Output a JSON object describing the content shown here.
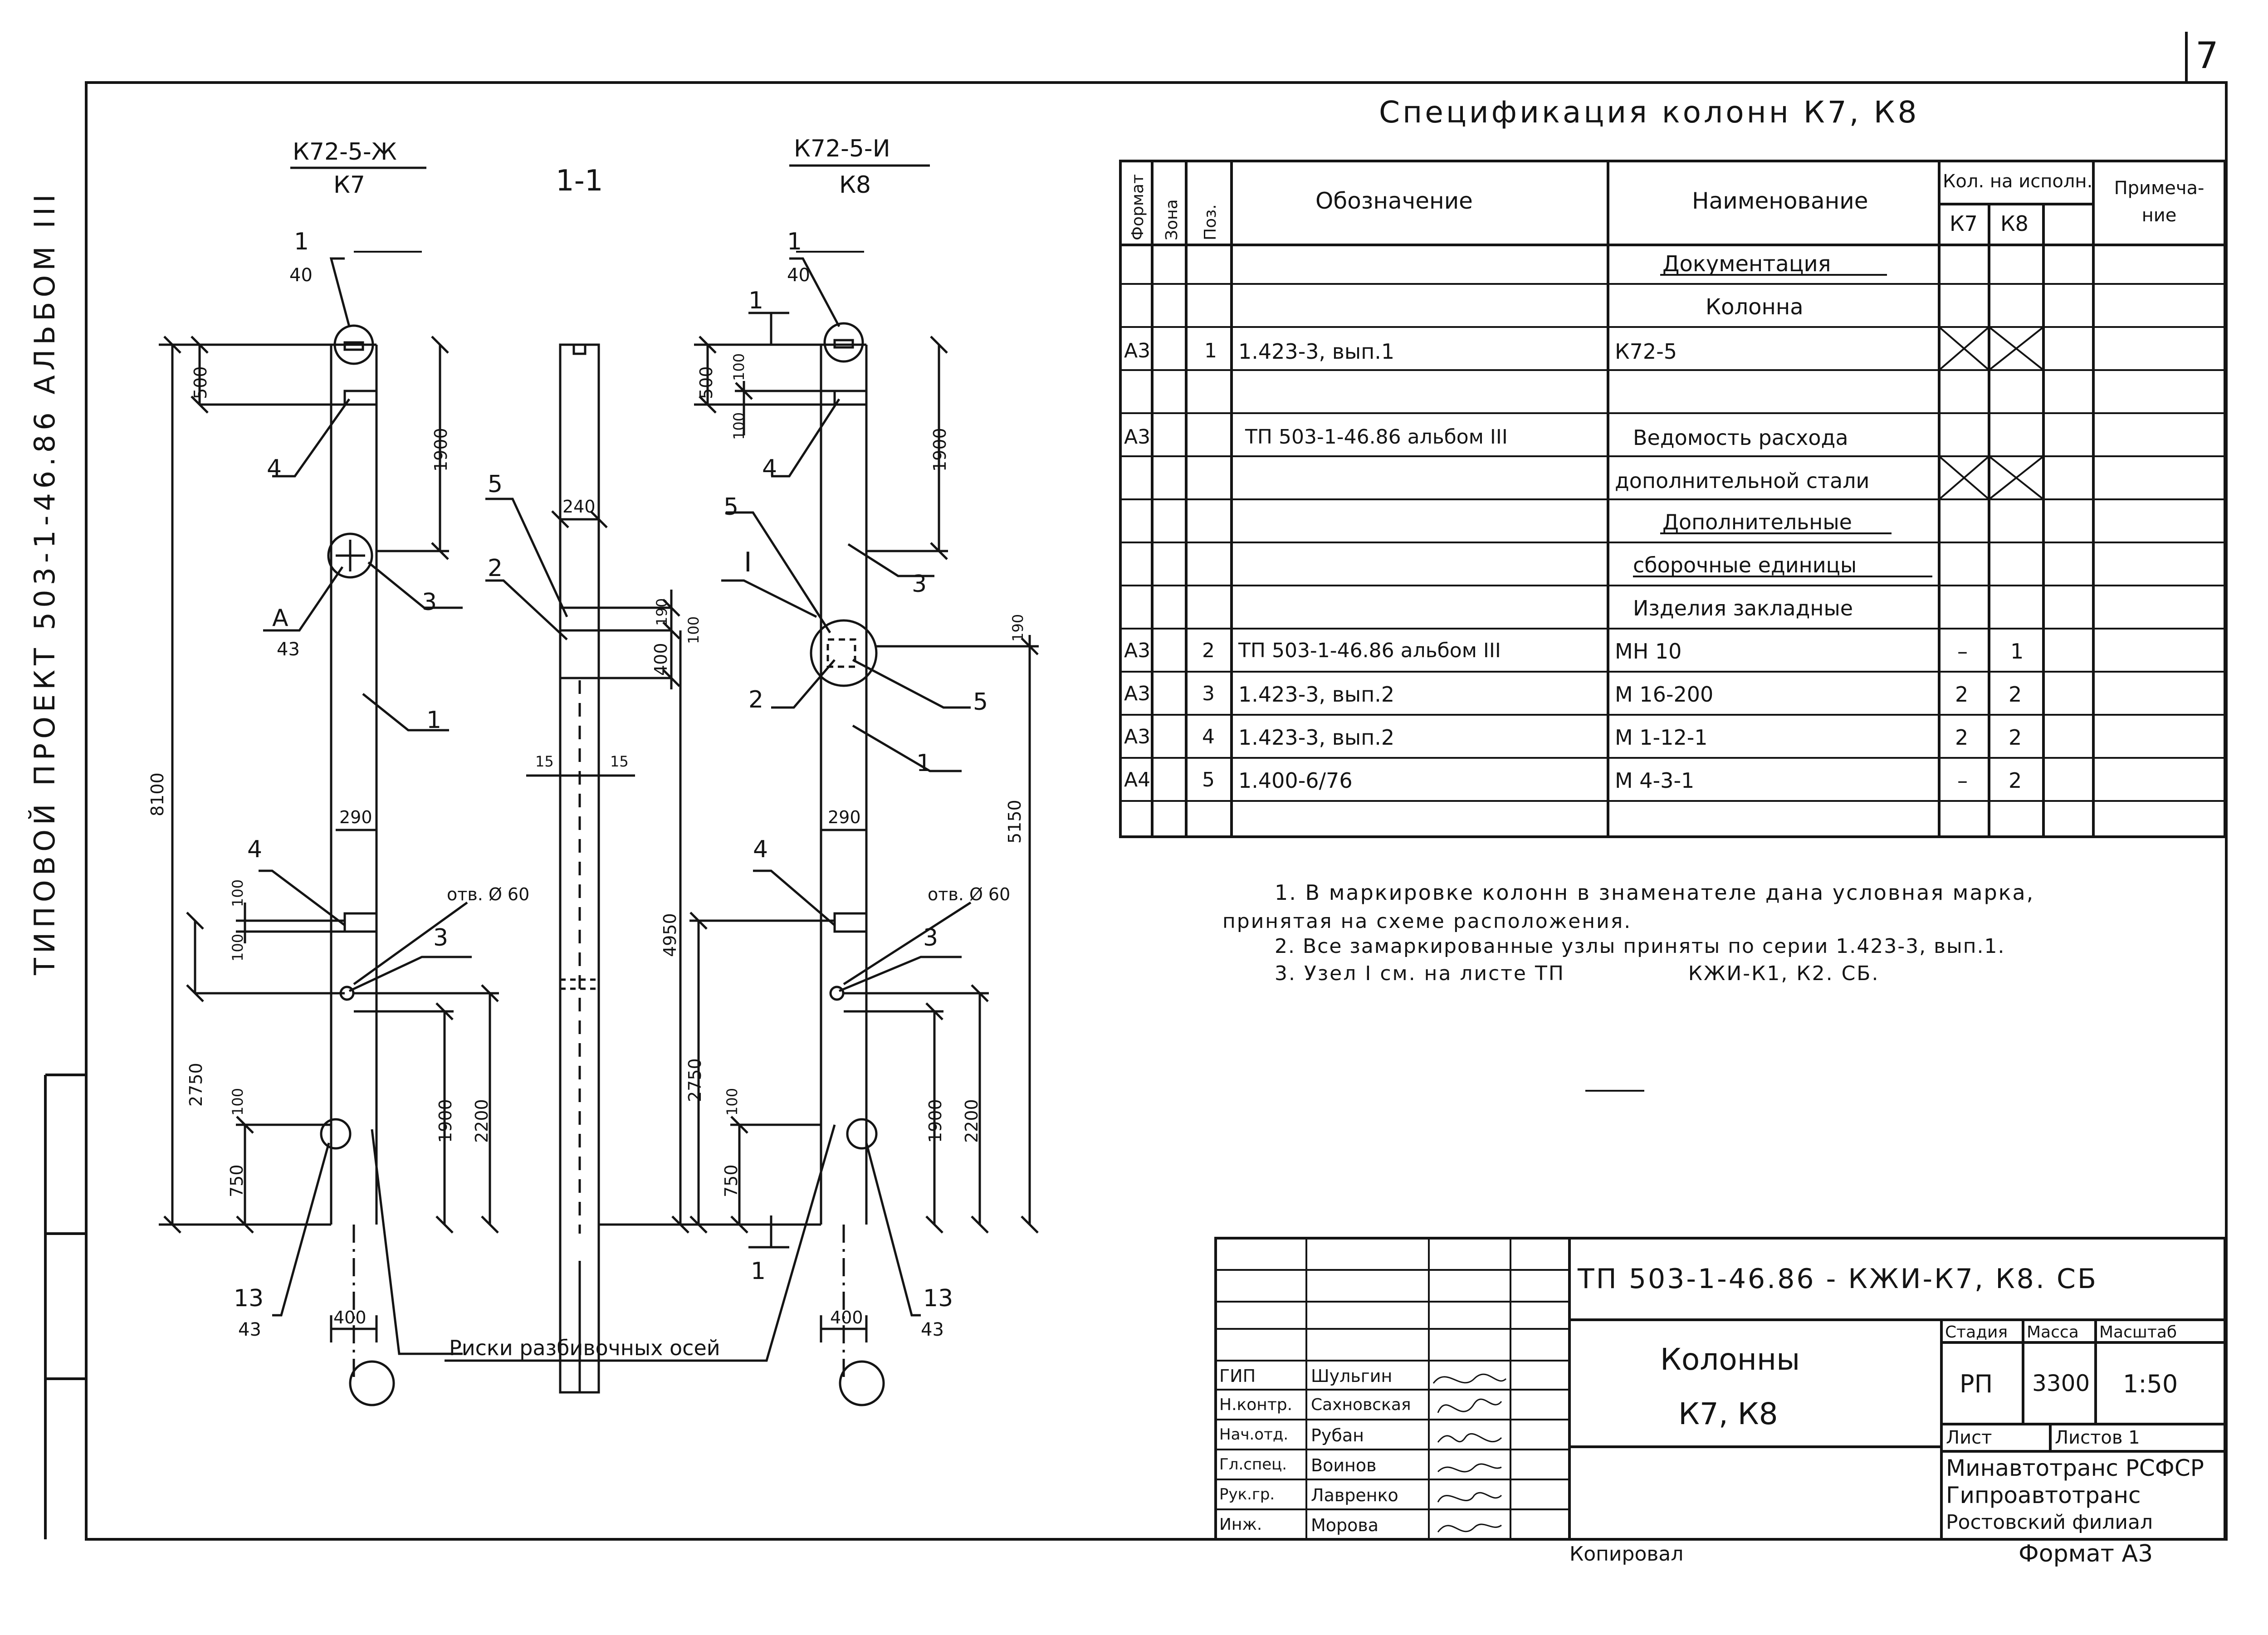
{
  "page_number": "7",
  "side_stamp": "ТИПОВОЙ ПРОЕКТ 503-1-46.86 АЛЬБОМ III",
  "drawing": {
    "k7_mark_num": "К72-5-Ж",
    "k7_mark_den": "К7",
    "k8_mark_num": "К72-5-И",
    "k8_mark_den": "К8",
    "section_title": "1-1",
    "callout_1": "1",
    "callout_1_sheet": "40",
    "callout_a": "А",
    "callout_a_sheet": "43",
    "callout_13": "13",
    "callout_13_sheet": "43",
    "callout_roman": "I",
    "hole_k7": "отв. Ø 60",
    "hole_k8": "отв. Ø 60",
    "axis_ticks": "Риски разбивочных осей",
    "dims_k7": [
      "500",
      "1900",
      "8100",
      "290",
      "100",
      "100",
      "2750",
      "100",
      "750",
      "1900",
      "2200",
      "400"
    ],
    "dims_section": [
      "240",
      "190",
      "100",
      "400",
      "15",
      "15",
      "4950"
    ],
    "dims_k8": [
      "500",
      "100",
      "100",
      "1900",
      "190",
      "5150",
      "290",
      "2750",
      "100",
      "750",
      "1900",
      "2200",
      "400"
    ],
    "pos_labels": [
      "1",
      "2",
      "3",
      "4",
      "5"
    ]
  },
  "spec": {
    "title": "Спецификация колонн К7, К8",
    "headers": {
      "format": "Формат",
      "zone": "Зона",
      "pos": "Поз.",
      "designation": "Обозначение",
      "name": "Наименование",
      "qty": "Кол. на исполн.",
      "k7": "К7",
      "k8": "К8",
      "note": "Примеча-ние"
    },
    "rows": [
      {
        "format": "",
        "pos": "",
        "designation": "",
        "name": "Документация",
        "k7": "",
        "k8": "",
        "underline": true
      },
      {
        "format": "",
        "pos": "",
        "designation": "",
        "name": "Колонна",
        "k7": "",
        "k8": "",
        "underline": false
      },
      {
        "format": "А3",
        "pos": "1",
        "designation": "1.423-3, вып.1",
        "name": "К72-5",
        "k7": "X",
        "k8": "X",
        "underline": false
      },
      {
        "format": "",
        "pos": "",
        "designation": "",
        "name": "",
        "k7": "",
        "k8": "",
        "underline": false
      },
      {
        "format": "А3",
        "pos": "",
        "designation": "ТП 503-1-46.86 альбом III",
        "name": "Ведомость расхода",
        "k7": "",
        "k8": "",
        "underline": false
      },
      {
        "format": "",
        "pos": "",
        "designation": "",
        "name": "дополнительной стали",
        "k7": "X",
        "k8": "X",
        "underline": false
      },
      {
        "format": "",
        "pos": "",
        "designation": "",
        "name": "Дополнительные",
        "k7": "",
        "k8": "",
        "underline": true
      },
      {
        "format": "",
        "pos": "",
        "designation": "",
        "name": "сборочные единицы",
        "k7": "",
        "k8": "",
        "underline": true
      },
      {
        "format": "",
        "pos": "",
        "designation": "",
        "name": "Изделия закладные",
        "k7": "",
        "k8": "",
        "underline": false
      },
      {
        "format": "А3",
        "pos": "2",
        "designation": "ТП 503-1-46.86 альбом III",
        "name": "МН 10",
        "k7": "–",
        "k8": "1",
        "underline": false
      },
      {
        "format": "А3",
        "pos": "3",
        "designation": "1.423-3, вып.2",
        "name": "М 16-200",
        "k7": "2",
        "k8": "2",
        "underline": false
      },
      {
        "format": "А3",
        "pos": "4",
        "designation": "1.423-3, вып.2",
        "name": "М 1-12-1",
        "k7": "2",
        "k8": "2",
        "underline": false
      },
      {
        "format": "А4",
        "pos": "5",
        "designation": "1.400-6/76",
        "name": "М 4-3-1",
        "k7": "–",
        "k8": "2",
        "underline": false
      },
      {
        "format": "",
        "pos": "",
        "designation": "",
        "name": "",
        "k7": "",
        "k8": "",
        "underline": false
      }
    ]
  },
  "notes": [
    "1. В маркировке колонн в знаменателе дана условная марка,",
    "принятая на схеме расположения.",
    "2. Все замаркированные узлы приняты по серии 1.423-3, вып.1.",
    "3. Узел I см. на листе ТП                КЖИ-К1, К2. СБ."
  ],
  "title_block": {
    "code": "ТП 503-1-46.86 - КЖИ-К7, К8. СБ",
    "name_line1": "Колонны",
    "name_line2": "К7, К8",
    "stage_label": "Стадия",
    "mass_label": "Масса",
    "scale_label": "Масштаб",
    "stage": "РП",
    "mass": "3300",
    "scale": "1:50",
    "sheet_label": "Лист",
    "sheets_label": "Листов 1",
    "org1": "Минавтотранс РСФСР",
    "org2": "Гипроавтотранс",
    "org3": "Ростовский филиал",
    "roles": [
      {
        "role": "ГИП",
        "name": "Шульгин"
      },
      {
        "role": "Н.контр.",
        "name": "Сахновская"
      },
      {
        "role": "Нач.отд.",
        "name": "Рубан"
      },
      {
        "role": "Гл.спец.",
        "name": "Воинов"
      },
      {
        "role": "Рук.гр.",
        "name": "Лавренко"
      },
      {
        "role": "Инж.",
        "name": "Морова"
      }
    ]
  },
  "copied": "Копировал",
  "format": "Формат А3"
}
